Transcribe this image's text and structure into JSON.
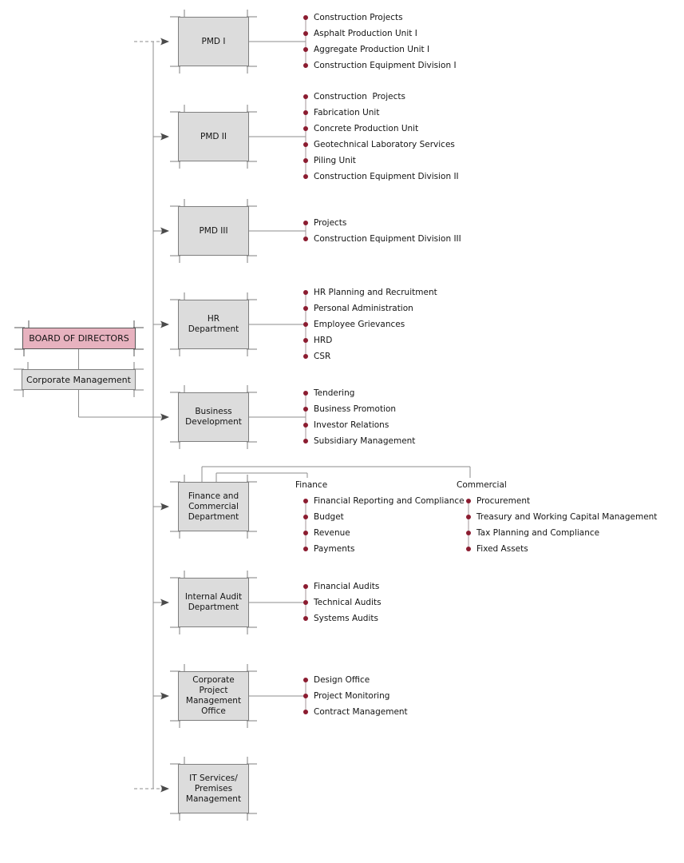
{
  "colors": {
    "box_fill": "#dcdcdc",
    "box_border": "#7f7f7f",
    "board_fill": "#e7b2bf",
    "board_border": "#565656",
    "line": "#8c8c8c",
    "arrow": "#4a4a4a",
    "bullet": "#8b1c30",
    "bullet_line": "#a39698",
    "text": "#141414"
  },
  "root": {
    "board": {
      "label": "BOARD OF DIRECTORS"
    },
    "corporate_management": {
      "label": "Corporate Management"
    }
  },
  "departments": [
    {
      "id": "pmd-1",
      "label_lines": [
        "PMD I"
      ],
      "items": [
        "Construction Projects",
        "Asphalt Production Unit I",
        "Aggregate Production Unit I",
        "Construction Equipment Division I"
      ]
    },
    {
      "id": "pmd-2",
      "label_lines": [
        "PMD II"
      ],
      "items": [
        "Construction  Projects",
        "Fabrication Unit",
        "Concrete Production Unit",
        "Geotechnical Laboratory Services",
        "Piling Unit",
        "Construction Equipment Division II"
      ]
    },
    {
      "id": "pmd-3",
      "label_lines": [
        "PMD III"
      ],
      "items": [
        "Projects",
        "Construction Equipment Division III"
      ]
    },
    {
      "id": "hr-department",
      "label_lines": [
        "HR",
        "Department"
      ],
      "items": [
        "HR Planning and Recruitment",
        "Personal Administration",
        "Employee Grievances",
        "HRD",
        "CSR"
      ]
    },
    {
      "id": "business-development",
      "label_lines": [
        "Business",
        "Development"
      ],
      "items": [
        "Tendering",
        "Business Promotion",
        "Investor Relations",
        "Subsidiary Management"
      ]
    },
    {
      "id": "finance-and-commercial",
      "label_lines": [
        "Finance and",
        "Commercial",
        "Department"
      ],
      "items": [],
      "groups": [
        {
          "label": "Finance",
          "items": [
            "Financial Reporting and Compliance",
            "Budget",
            "Revenue",
            "Payments"
          ]
        },
        {
          "label": "Commercial",
          "items": [
            "Procurement",
            "Treasury and Working Capital Management",
            "Tax Planning and Compliance",
            "Fixed Assets"
          ]
        }
      ]
    },
    {
      "id": "internal-audit",
      "label_lines": [
        "Internal Audit",
        "Department"
      ],
      "items": [
        "Financial Audits",
        "Technical Audits",
        "Systems Audits"
      ]
    },
    {
      "id": "corporate-pmo",
      "label_lines": [
        "Corporate",
        "Project",
        "Management",
        "Office"
      ],
      "items": [
        "Design Office",
        "Project Monitoring",
        "Contract Management"
      ]
    },
    {
      "id": "it-services",
      "label_lines": [
        "IT Services/",
        "Premises",
        "Management"
      ],
      "items": []
    }
  ]
}
